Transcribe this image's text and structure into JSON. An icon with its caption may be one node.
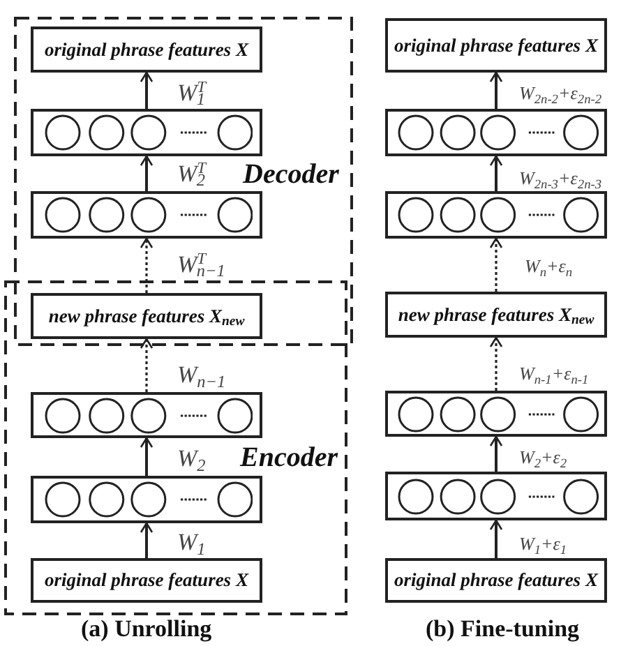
{
  "diagram": {
    "nodes": [
      {
        "text": [
          "Decoder"
        ]
      },
      {
        "text": [
          "original phrase features X"
        ],
        "in": 0
      },
      {
        "text": [],
        "shape": "box",
        "in": 0
      },
      {
        "text": [],
        "shape": "box",
        "in": 0
      },
      {
        "text": [
          "new phrase features X$_{new}$"
        ]
      },
      {
        "text": [
          "Encoder"
        ]
      },
      {
        "text": [],
        "shape": "box",
        "in": 5
      },
      {
        "text": [],
        "shape": "box",
        "in": 5
      },
      {
        "text": [
          "original phrase features X"
        ],
        "in": 5
      },
      {
        "text": [
          "original phrase features X"
        ]
      },
      {
        "text": [],
        "shape": "box"
      },
      {
        "text": [],
        "shape": "box"
      },
      {
        "text": [
          "new phrase features X$_{new}$"
        ]
      },
      {
        "text": [],
        "shape": "box"
      },
      {
        "text": [],
        "shape": "box"
      },
      {
        "text": [
          "original phrase features X"
        ]
      }
    ],
    "edges": [
      {
        "from": 2,
        "to": 1,
        "arrow": "to",
        "label": "W$^{T}$$_{1}$"
      },
      {
        "from": 3,
        "to": 2,
        "arrow": "to",
        "label": "W$^{T}$$_{2}$"
      },
      {
        "from": 4,
        "to": 3,
        "arrow": "to",
        "label": "W$^{T}$$_{n−1}$",
        "style": "dashed"
      },
      {
        "from": 8,
        "to": 7,
        "arrow": "to",
        "label": "W$_{1}$"
      },
      {
        "from": 7,
        "to": 6,
        "arrow": "to",
        "label": "W$_{2}$"
      },
      {
        "from": 6,
        "to": 4,
        "arrow": "to",
        "label": "W$_{n−1}$",
        "style": "dashed"
      },
      {
        "from": 10,
        "to": 9,
        "arrow": "to",
        "label": "W$_{2n-2}$+ε$_{2n-2}$"
      },
      {
        "from": 11,
        "to": 10,
        "arrow": "to",
        "label": "W$_{2n-3}$+ε$_{2n-3}$"
      },
      {
        "from": 12,
        "to": 11,
        "arrow": "to",
        "label": "W$_{n}$+ε$_{n}$",
        "style": "dashed"
      },
      {
        "from": 15,
        "to": 14,
        "arrow": "to",
        "label": "W$_{1}$+ε$_{1}$"
      },
      {
        "from": 14,
        "to": 13,
        "arrow": "to",
        "label": "W$_{2}$+ε$_{2}$"
      },
      {
        "from": 13,
        "to": 12,
        "arrow": "to",
        "label": "W$_{n-1}$+ε$_{n-1}$",
        "style": "dashed"
      }
    ],
    "labels": [
      "(a) Unrolling",
      "(b) Fine-tuning"
    ]
  }
}
